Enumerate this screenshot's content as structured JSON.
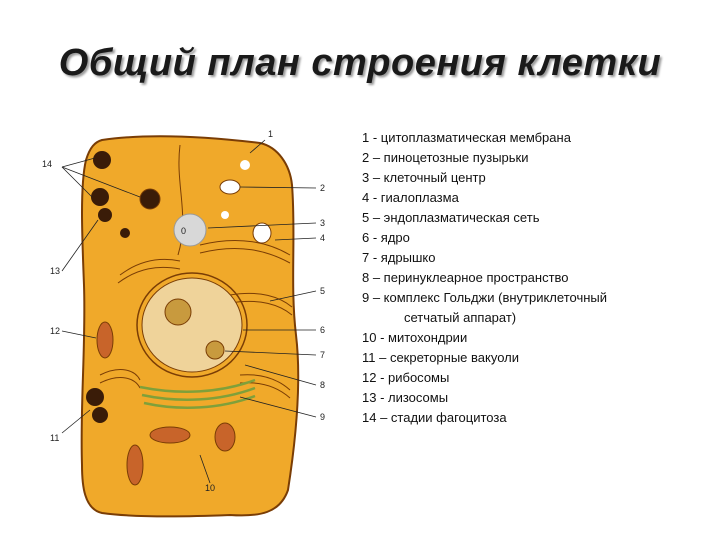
{
  "title": "Общий план строения клетки",
  "diagram": {
    "labels": [
      "1",
      "2",
      "3",
      "4",
      "5",
      "6",
      "7",
      "8",
      "9",
      "10",
      "11",
      "12",
      "13",
      "14"
    ],
    "colors": {
      "cytoplasm": "#f0a92a",
      "cytoplasm_edge": "#7a3d05",
      "nucleus": "#efd39a",
      "nucleolus": "#c89a3e",
      "organelle_dark": "#3a1c08",
      "mito": "#c8642a",
      "golgi": "#7fa03a",
      "vesicle": "#ffffff",
      "centrosome": "#d8d8d8"
    }
  },
  "legend": [
    "1 - цитоплазматическая мембрана",
    "2 – пиноцетозные пузырьки",
    "3 – клеточный центр",
    "4 - гиалоплазма",
    "5 – эндоплазматическая сеть",
    "6 - ядро",
    "7 - ядрышко",
    "8 – перинуклеарное пространство",
    "9 – комплекс Гольджи (внутриклеточный",
    "сетчатый аппарат)",
    "10 - митохондрии",
    "11 – секреторные вакуоли",
    "12 - рибосомы",
    "13 - лизосомы",
    "14 – стадии фагоцитоза"
  ]
}
